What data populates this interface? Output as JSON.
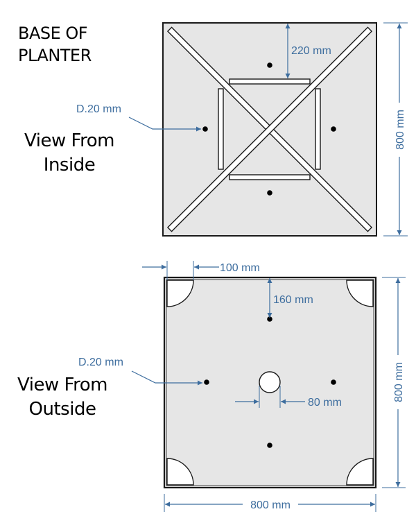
{
  "title": {
    "line1": "BASE OF",
    "line2": "PLANTER"
  },
  "colors": {
    "dimension": "#3d6d9e",
    "panel_fill": "#e6e6e6",
    "outline": "#1a1a1a",
    "hole": "#000000",
    "cutout_fill": "#ffffff"
  },
  "inside_view": {
    "label_line1": "View From",
    "label_line2": "Inside",
    "hole_diameter_label": "D.20 mm",
    "offset_label": "220 mm",
    "height_label": "800 mm"
  },
  "outside_view": {
    "label_line1": "View From",
    "label_line2": "Outside",
    "hole_diameter_label": "D.20 mm",
    "corner_label": "100 mm",
    "offset_label": "160 mm",
    "center_hole_label": "80 mm",
    "height_label": "800 mm",
    "width_label": "800 mm"
  }
}
